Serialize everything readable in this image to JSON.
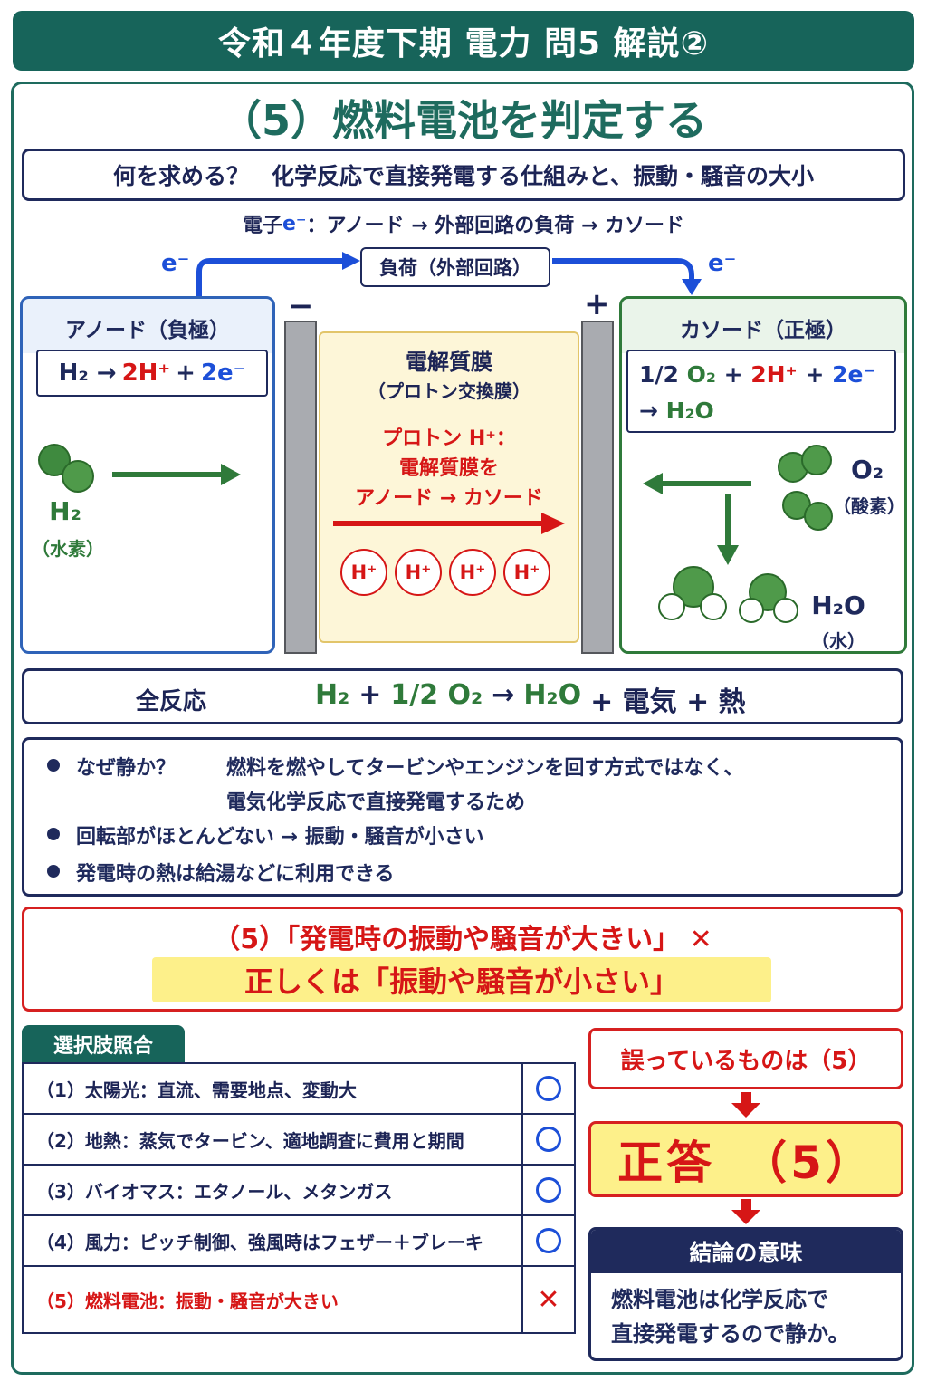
{
  "title": "令和４年度下期 電力 問5 解説②",
  "heading": "（5）燃料電池を判定する",
  "question": "何を求める？　化学反応で直接発電する仕組みと、振動・騒音の大小",
  "electron_flow": {
    "prefix": "電子 ",
    "symbol": "e⁻",
    "text": "：アノード → 外部回路の負荷 → カソード"
  },
  "load_label": "負荷（外部回路）",
  "e_label": "e⁻",
  "anode": {
    "title": "アノード（負極）",
    "reaction": {
      "h2": "H₂ →",
      "proton": "2H⁺",
      "plus": "+",
      "electron": "2e⁻"
    },
    "molecule_label": "H₂",
    "molecule_name": "（水素）"
  },
  "electrode_signs": {
    "minus": "−",
    "plus": "+"
  },
  "membrane": {
    "title": "電解質膜",
    "subtitle": "（プロトン交換膜）",
    "proton_lines": [
      "プロトン H⁺：",
      "電解質膜を",
      "アノード → カソード"
    ],
    "ions": [
      "H⁺",
      "H⁺",
      "H⁺",
      "H⁺"
    ]
  },
  "cathode": {
    "title": "カソード（正極）",
    "reaction": {
      "half": "1/2",
      "o2": "O₂",
      "plus1": "+",
      "proton": "2H⁺",
      "plus2": "+",
      "electron": "2e⁻",
      "arrow": "→",
      "product": "H₂O"
    },
    "o2_label": "O₂",
    "o2_name": "（酸素）",
    "h2o_label": "H₂O",
    "h2o_name": "（水）"
  },
  "total": {
    "label": "全反応",
    "h2": "H₂",
    "plus1": "+",
    "o2": "1/2 O₂",
    "arrow": "→",
    "h2o": "H₂O",
    "rest": "+ 電気 + 熱"
  },
  "notes": {
    "q_label": "なぜ静か？",
    "q_line1": "燃料を燃やしてタービンやエンジンを回す方式ではなく、",
    "q_line2": "電気化学反応で直接発電するため",
    "bullet2": "回転部がほとんどない → 振動・騒音が小さい",
    "bullet3": "発電時の熱は給湯などに利用できる"
  },
  "wrong": {
    "line1": "（5）「発電時の振動や騒音が大きい」 ✕",
    "line2": "正しくは「振動や騒音が小さい」"
  },
  "selection": {
    "tab": "選択肢照合",
    "rows": [
      {
        "text": "（1）太陽光：直流、需要地点、変動大",
        "mark": "○"
      },
      {
        "text": "（2）地熱：蒸気でタービン、適地調査に費用と期間",
        "mark": "○"
      },
      {
        "text": "（3）バイオマス：エタノール、メタンガス",
        "mark": "○"
      },
      {
        "text": "（4）風力：ピッチ制御、強風時はフェザー＋ブレーキ",
        "mark": "○"
      },
      {
        "text": "（5）燃料電池：振動・騒音が大きい",
        "mark": "✕"
      }
    ]
  },
  "result": {
    "incorrect": "誤っているものは（5）",
    "answer": "正答　（5）",
    "conclusion_title": "結論の意味",
    "conclusion_lines": [
      "燃料電池は化学反応で",
      "直接発電するので静か。"
    ]
  },
  "colors": {
    "teal": "#17645a",
    "navy": "#1f2a5c",
    "red": "#d61616",
    "blue": "#1c4fd8",
    "green": "#2f7a3a",
    "yellow": "#fdf08a"
  }
}
